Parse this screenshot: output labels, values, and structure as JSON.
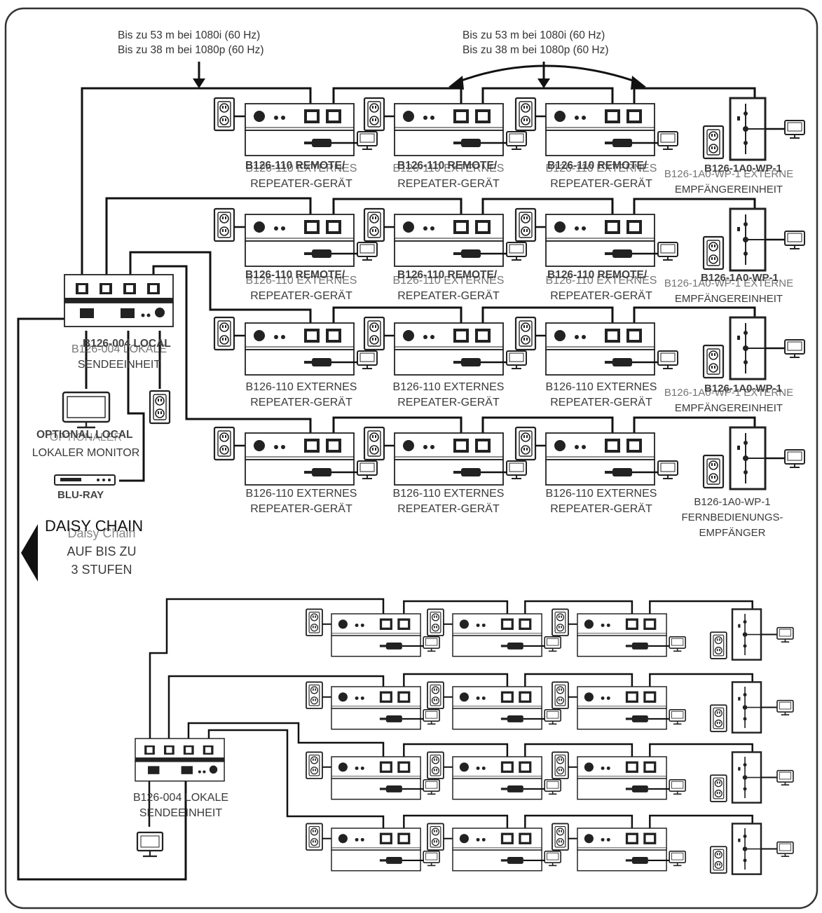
{
  "notes": {
    "left": [
      "Bis zu 53 m bei 1080i (60 Hz)",
      "Bis zu 38 m bei 1080p (60 Hz)"
    ],
    "right": [
      "Bis zu 53 m bei 1080i (60 Hz)",
      "Bis zu 38 m bei 1080p (60 Hz)"
    ]
  },
  "labels": {
    "repeater_remote_bold": "B126-110 REMOTE/",
    "repeater_remote_plain": "B126-110 EXTERNES",
    "repeater_line1": "B126-110 EXTERNES",
    "repeater_line2": "REPEATER-GERÄT",
    "receiver_bold": "B126-1A0-WP-1",
    "receiver_plain_1": "B126-1A0-WP-1 EXTERNE",
    "receiver_plain_2": "EMPFÄNGEREINHEIT",
    "remote_receiver_1": "B126-1A0-WP-1",
    "remote_receiver_2": "FERNBEDIENUNGS-",
    "remote_receiver_3": "EMPFÄNGER",
    "transmitter_bold": "B126-004 LOCAL",
    "transmitter_1": "B126-004 LOKALE",
    "transmitter_2": "SENDEEINHEIT",
    "monitor_bold": "OPTIONAL LOCAL",
    "monitor_plain_1": "OPTIONALER",
    "monitor_plain_2": "LOKALER MONITOR",
    "bluray": "BLU-RAY",
    "daisy_bold": "DAISY CHAIN",
    "daisy_1": "Daisy Chain",
    "daisy_2": "AUF BIS ZU",
    "daisy_3": "3 STUFEN",
    "lower_transmitter_1": "B126-004 LOKALE",
    "lower_transmitter_2": "SENDEEINHEIT"
  }
}
